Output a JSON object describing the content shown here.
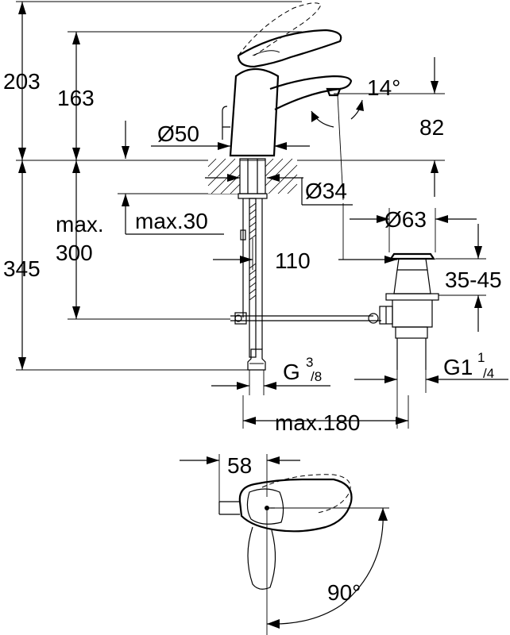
{
  "dimensions": {
    "total_height": "203",
    "spout_height": "163",
    "spout_angle": "14°",
    "spout_reach": "82",
    "base_diameter": "Ø50",
    "hole_diameter": "Ø34",
    "deck_thickness_max": "max.30",
    "hose_length_max": "max.",
    "hose_length_value": "300",
    "below_deck_height": "345",
    "waste_offset": "110",
    "waste_diameter": "Ø63",
    "waste_height": "35-45",
    "hose_thread": "G",
    "hose_thread_num": "3",
    "hose_thread_den": "/8",
    "waste_thread": "G1",
    "waste_thread_num": "1",
    "waste_thread_den": "/4",
    "waste_spacing_max": "max.180",
    "handle_offset": "58",
    "handle_rotation": "90°"
  }
}
